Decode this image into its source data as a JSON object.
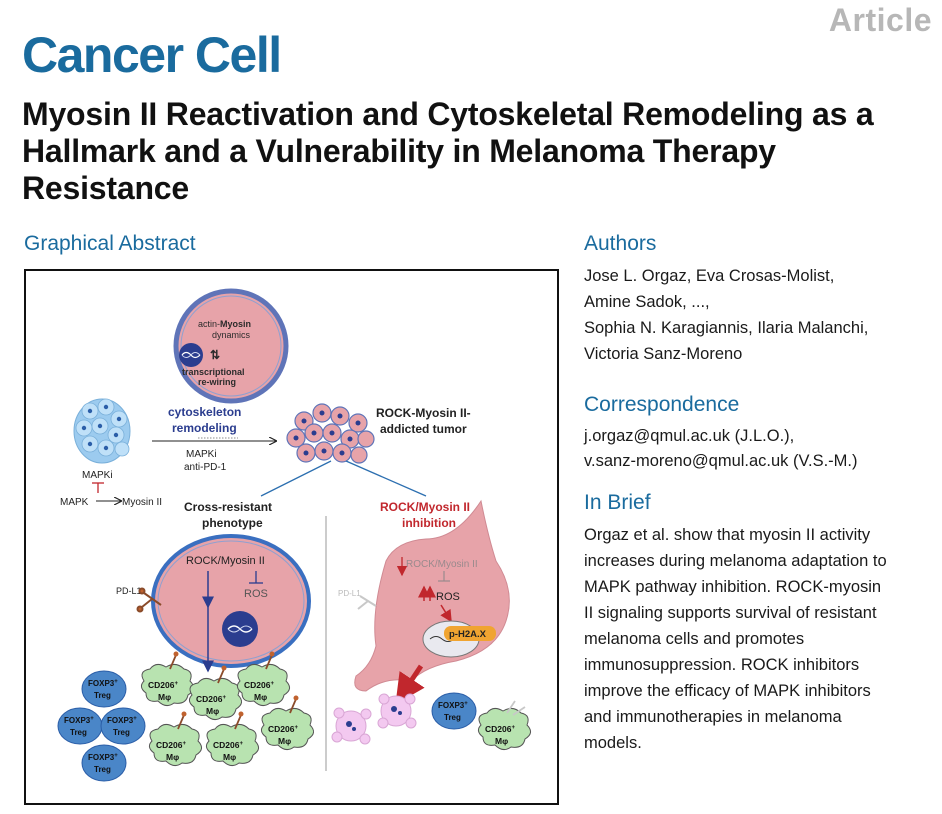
{
  "header": {
    "article_type": "Article",
    "journal": "Cancer Cell",
    "title": "Myosin II Reactivation and Cytoskeletal Remodeling as a Hallmark and a Vulnerability in Melanoma Therapy Resistance"
  },
  "graphical_abstract": {
    "heading": "Graphical Abstract",
    "top_cell": {
      "line1_prefix": "actin-",
      "line1_bold": "Myosin",
      "line2": "dynamics",
      "line3": "transcriptional",
      "line4": "re-wiring"
    },
    "cytoskeleton_line1": "cytoskeleton",
    "cytoskeleton_line2": "remodeling",
    "mapki": "MAPKi",
    "anti_pd1": "anti-PD-1",
    "tumor_line1": "ROCK-Myosin II-",
    "tumor_line2": "addicted tumor",
    "left_mapki": "MAPKi",
    "mapk": "MAPK",
    "myosin_ii": "Myosin II",
    "cross_line1": "Cross-resistant",
    "cross_line2": "phenotype",
    "rock_inhib_line1": "ROCK/Myosin II",
    "rock_inhib_line2": "inhibition",
    "pd_l1": "PD-L1",
    "pd_l1_faded": "PD-L1",
    "rock_myosin": "ROCK/Myosin II",
    "rock_myosin_faded": "ROCK/Myosin II",
    "ros": "ROS",
    "ros2": "ROS",
    "ph2ax": "p-H2A.X",
    "foxp3": "FOXP3",
    "foxp3_sup": "+",
    "treg": "Treg",
    "cd206": "CD206",
    "cd206_sup": "+",
    "mphi": "Mφ",
    "colors": {
      "blue_text": "#2b3d8f",
      "red_text": "#c1272d",
      "cell_pink": "#e7a3a9",
      "macrophage_green": "#b8e3b0",
      "treg_blue": "#4a86c8"
    }
  },
  "authors": {
    "heading": "Authors",
    "lines": [
      "Jose L. Orgaz, Eva Crosas-Molist,",
      "Amine Sadok, ...,",
      "Sophia N. Karagiannis, Ilaria Malanchi,",
      "Victoria Sanz-Moreno"
    ]
  },
  "correspondence": {
    "heading": "Correspondence",
    "lines": [
      "j.orgaz@qmul.ac.uk (J.L.O.),",
      "v.sanz-moreno@qmul.ac.uk (V.S.-M.)"
    ]
  },
  "in_brief": {
    "heading": "In Brief",
    "lines": [
      "Orgaz et al. show that myosin II activity",
      "increases during melanoma adaptation to",
      "MAPK pathway inhibition. ROCK-myosin",
      "II signaling supports survival of resistant",
      "melanoma cells and promotes",
      "immunosuppression. ROCK inhibitors",
      "improve the efficacy of MAPK inhibitors",
      "and immunotherapies in melanoma",
      "models."
    ]
  }
}
